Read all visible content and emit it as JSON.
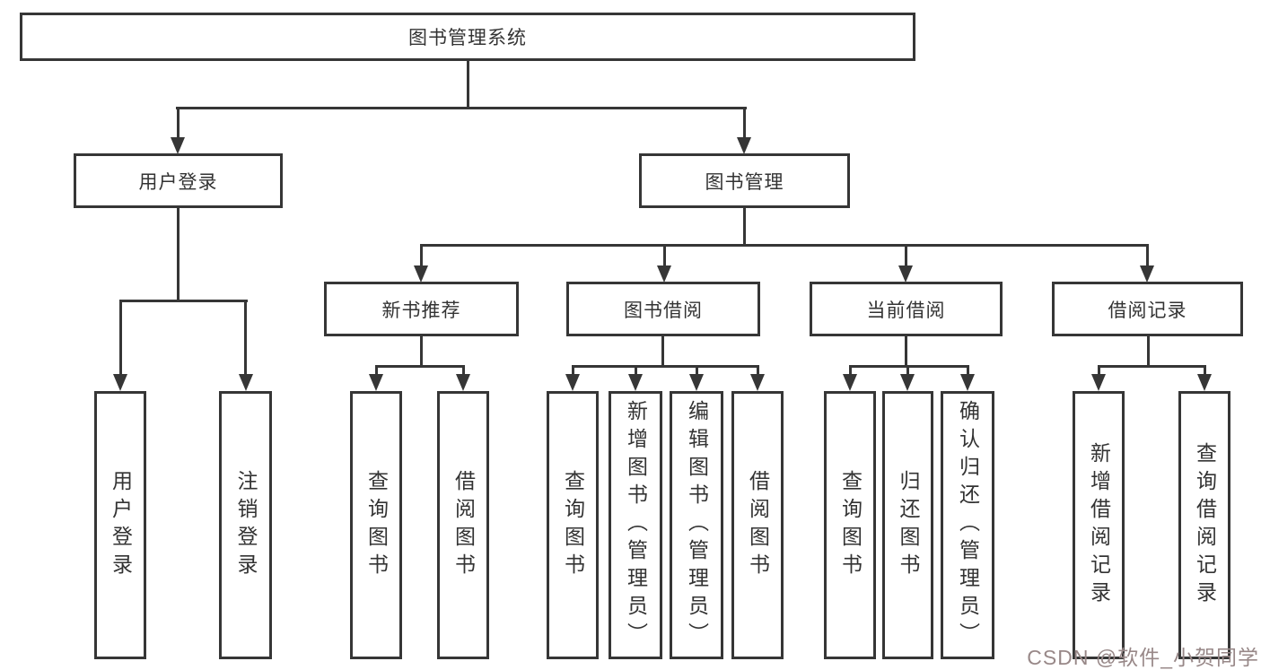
{
  "nodes": {
    "root": "图书管理系统",
    "level2": [
      "用户登录",
      "图书管理"
    ],
    "level3": [
      "新书推荐",
      "图书借阅",
      "当前借阅",
      "借阅记录"
    ],
    "leaves": {
      "login": [
        "用户登录",
        "注销登录"
      ],
      "recommend": [
        "查询图书",
        "借阅图书"
      ],
      "borrow": [
        "查询图书",
        "新增图书（管理员）",
        "编辑图书（管理员）",
        "借阅图书"
      ],
      "current": [
        "查询图书",
        "归还图书",
        "确认归还（管理员）"
      ],
      "records": [
        "新增借阅记录",
        "查询借阅记录"
      ]
    }
  },
  "watermark": {
    "text": "CSDN @软件_小贺同学"
  },
  "colors": {
    "line": "#363636",
    "text": "#333333",
    "watermark": "#988888",
    "background": "#ffffff"
  }
}
